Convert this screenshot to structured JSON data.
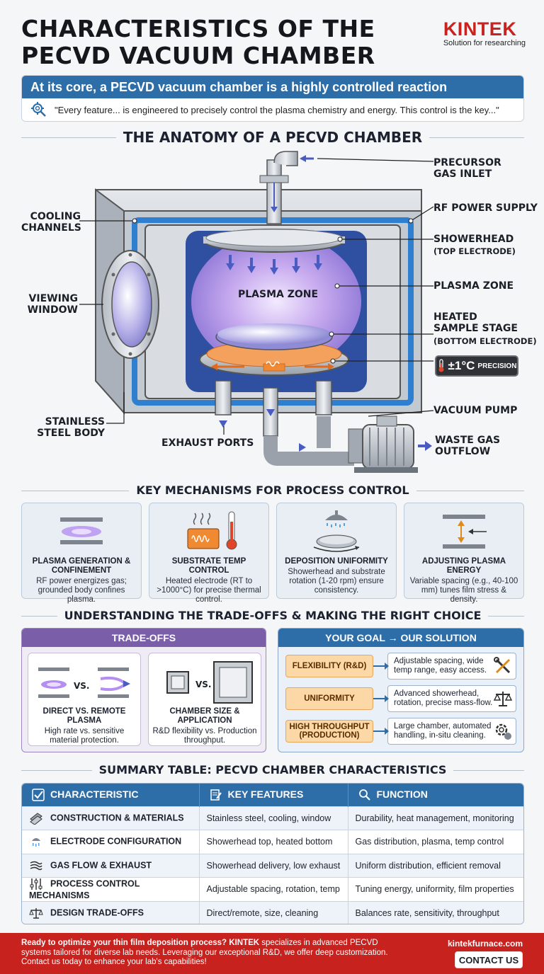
{
  "header": {
    "title_line1": "CHARACTERISTICS OF THE",
    "title_line2": "PECVD VACUUM CHAMBER",
    "brand": "KINTEK",
    "tagline": "Solution for researching"
  },
  "core": {
    "headline": "At its core, a PECVD vacuum chamber is a highly controlled reaction environment.",
    "quote": "\"Every feature... is engineered to precisely control the plasma chemistry and energy. This control is the key...\""
  },
  "anatomy": {
    "title": "THE ANATOMY OF A PECVD CHAMBER",
    "labels": {
      "precursor": "PRECURSOR GAS INLET",
      "rf": "RF POWER SUPPLY",
      "showerhead": "SHOWERHEAD",
      "showerhead_sub": "(TOP ELECTRODE)",
      "plasma_zone_right": "PLASMA ZONE",
      "plasma_zone_center": "PLASMA ZONE",
      "heated": "HEATED SAMPLE STAGE",
      "heated_sub": "(BOTTOM ELECTRODE)",
      "cooling": "COOLING CHANNELS",
      "window": "VIEWING WINDOW",
      "body": "STAINLESS STEEL BODY",
      "exhaust": "EXHAUST PORTS",
      "vacuum": "VACUUM PUMP",
      "waste": "WASTE GAS OUTFLOW"
    },
    "precision_value": "±1°C",
    "precision_label": "PRECISION"
  },
  "mechanisms": {
    "title": "KEY MECHANISMS FOR PROCESS CONTROL",
    "items": [
      {
        "title": "PLASMA GENERATION & CONFINEMENT",
        "desc": "RF power energizes gas; grounded body confines plasma."
      },
      {
        "title": "SUBSTRATE TEMP CONTROL",
        "desc": "Heated electrode (RT to >1000°C) for precise thermal control."
      },
      {
        "title": "DEPOSITION UNIFORMITY",
        "desc": "Showerhead and substrate rotation (1-20 rpm) ensure consistency."
      },
      {
        "title": "ADJUSTING PLASMA ENERGY",
        "desc": "Variable spacing (e.g., 40-100 mm) tunes film stress & density."
      }
    ]
  },
  "tradeoffs": {
    "title": "UNDERSTANDING THE TRADE-OFFS & MAKING THE RIGHT CHOICE",
    "panel_title": "TRADE-OFFS",
    "vs": "VS.",
    "items": [
      {
        "title": "DIRECT VS. REMOTE PLASMA",
        "desc": "High rate vs. sensitive material protection."
      },
      {
        "title": "CHAMBER SIZE & APPLICATION",
        "desc": "R&D flexibility vs. Production throughput."
      }
    ]
  },
  "goals": {
    "panel_title": "YOUR GOAL → OUR SOLUTION",
    "rows": [
      {
        "goal": "FLEXIBILITY (R&D)",
        "solution": "Adjustable spacing, wide temp range, easy access.",
        "icon": "tools-icon"
      },
      {
        "goal": "UNIFORMITY",
        "solution": "Advanced showerhead, rotation, precise mass-flow.",
        "icon": "balance-icon"
      },
      {
        "goal": "HIGH THROUGHPUT (PRODUCTION)",
        "solution": "Large chamber, automated handling, in-situ cleaning.",
        "icon": "gear-icon"
      }
    ]
  },
  "summary": {
    "title": "SUMMARY TABLE: PECVD CHAMBER CHARACTERISTICS",
    "headers": [
      "CHARACTERISTIC",
      "KEY FEATURES",
      "FUNCTION"
    ],
    "rows": [
      {
        "c": "CONSTRUCTION & MATERIALS",
        "f": "Stainless steel, cooling, window",
        "fn": "Durability, heat management, monitoring"
      },
      {
        "c": "ELECTRODE CONFIGURATION",
        "f": "Showerhead top, heated bottom",
        "fn": "Gas distribution, plasma, temp control"
      },
      {
        "c": "GAS FLOW & EXHAUST",
        "f": "Showerhead delivery, low exhaust",
        "fn": "Uniform distribution, efficient removal"
      },
      {
        "c": "PROCESS CONTROL MECHANISMS",
        "f": "Adjustable spacing, rotation, temp",
        "fn": "Tuning energy, uniformity, film properties"
      },
      {
        "c": "DESIGN TRADE-OFFS",
        "f": "Direct/remote, size, cleaning",
        "fn": "Balances rate, sensitivity, throughput"
      }
    ]
  },
  "footer": {
    "lead": "Ready to optimize your thin film deposition process? KINTEK",
    "body": " specializes in advanced PECVD systems tailored for diverse lab needs. Leveraging our exceptional R&D, we offer deep customization. Contact us today to enhance your lab's capabilities!",
    "site": "kintekfurnace.com",
    "cta": "CONTACT US"
  },
  "colors": {
    "accent_blue": "#2e6ea8",
    "brand_red": "#c8231f",
    "trade_purple": "#7b5ea8",
    "goal_orange": "#fbd8a6"
  }
}
